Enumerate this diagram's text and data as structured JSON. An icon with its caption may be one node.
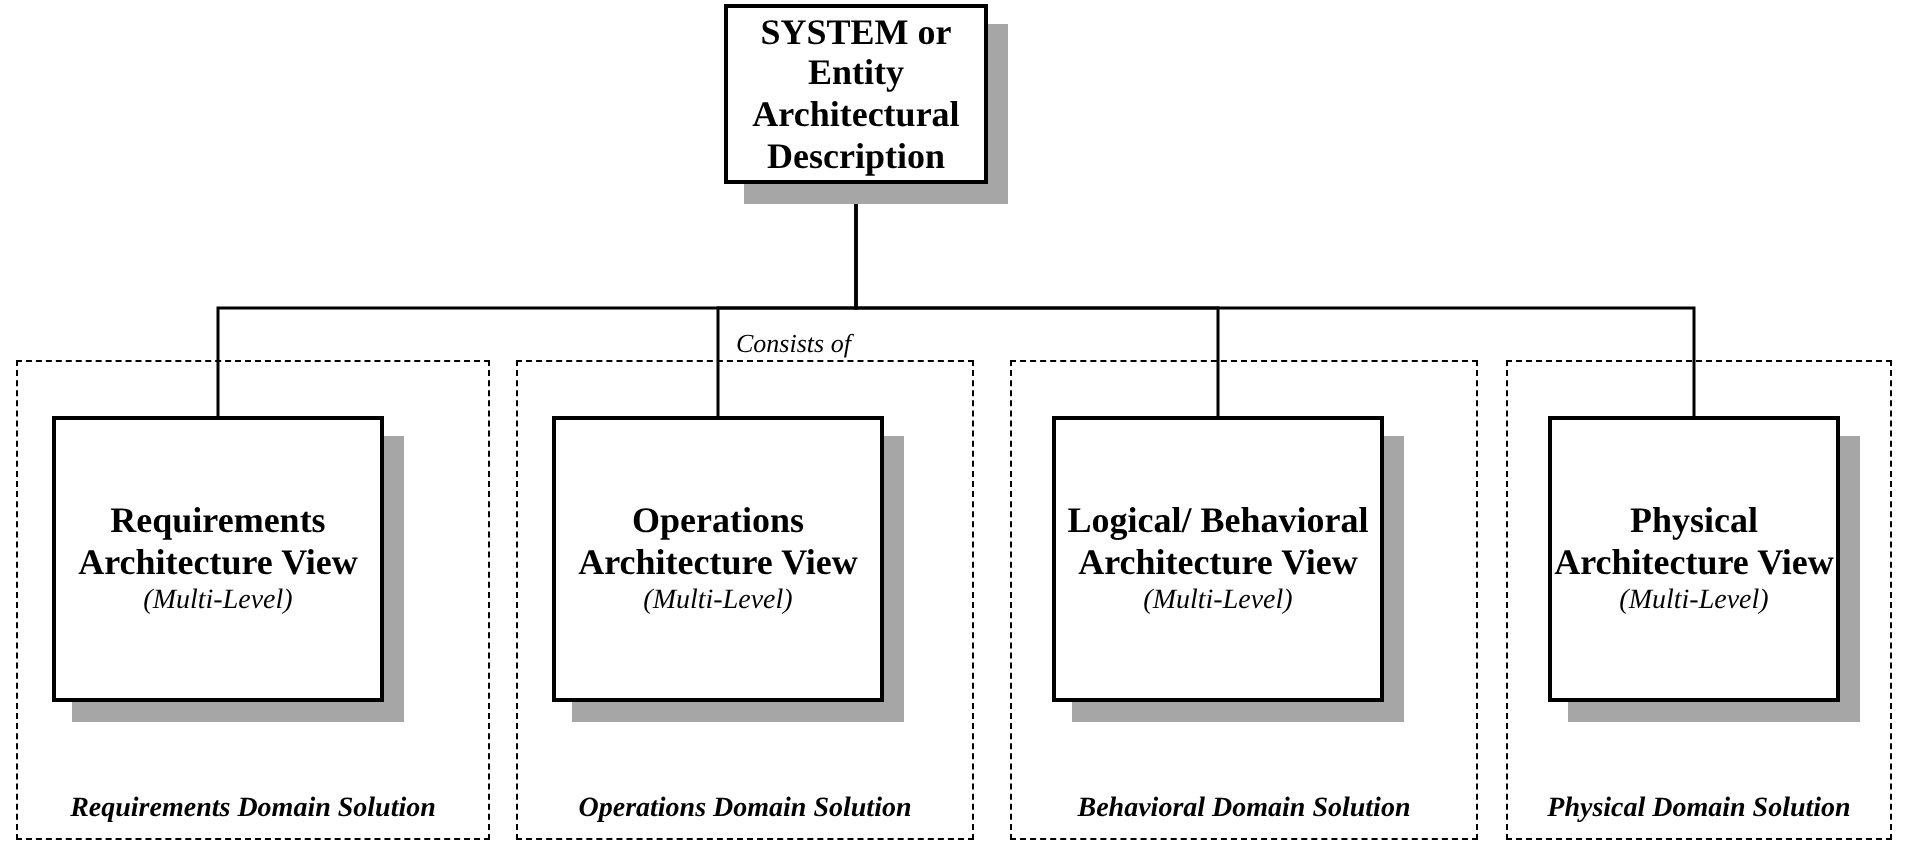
{
  "diagram": {
    "nodes": [
      {
        "text": [
          "SYSTEM or Entity Architectural Description"
        ]
      },
      {
        "text": [
          "Requirements Domain Solution"
        ]
      },
      {
        "text": [
          "Requirements Architecture View",
          "(Multi-Level)"
        ],
        "in": 1
      },
      {
        "text": [
          "Operations Domain Solution"
        ]
      },
      {
        "text": [
          "Operations Architecture View",
          "(Multi-Level)"
        ],
        "in": 3
      },
      {
        "text": [
          "Behavioral Domain Solution"
        ]
      },
      {
        "text": [
          "Logical/ Behavioral Architecture View",
          "(Multi-Level)"
        ],
        "in": 5
      },
      {
        "text": [
          "Physical Domain Solution"
        ]
      },
      {
        "text": [
          "Physical Architecture View",
          "(Multi-Level)"
        ],
        "in": 7
      }
    ],
    "edges": [
      {
        "from": 0,
        "to": 2,
        "arrow": "none"
      },
      {
        "from": 0,
        "to": 4,
        "arrow": "none"
      },
      {
        "from": 0,
        "to": 6,
        "arrow": "none"
      },
      {
        "from": 0,
        "to": 8,
        "arrow": "none"
      }
    ],
    "labels": [
      "Consists of"
    ]
  }
}
